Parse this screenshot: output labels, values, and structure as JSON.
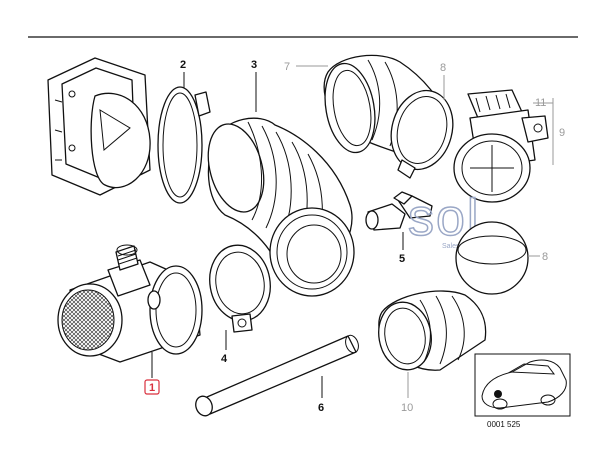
{
  "labels": {
    "l1": "1",
    "l2": "2",
    "l3": "3",
    "l4": "4",
    "l5": "5",
    "l6": "6",
    "l7": "7",
    "l8a": "8",
    "l8b": "8",
    "l9": "9",
    "l10": "10",
    "l11": "11"
  },
  "watermark": {
    "logo": "sol",
    "tagline": "Sales On Line"
  },
  "diagram_code": "0001 525",
  "colors": {
    "highlight": "#d9303e",
    "watermark": "#9aa7c6",
    "grey_label": "#9a9a9a"
  }
}
